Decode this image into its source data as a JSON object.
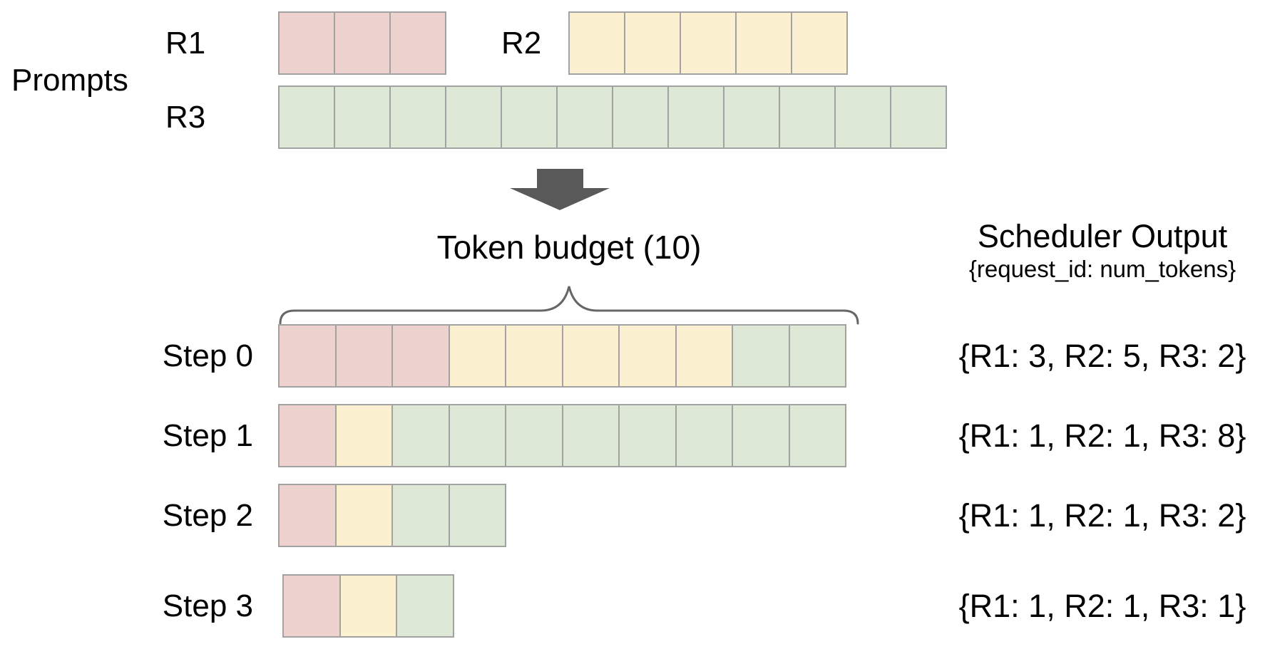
{
  "colors": {
    "pink": "#eed2d0",
    "yellow": "#fbf1d0",
    "green": "#dde8d6",
    "cell_border": "#a2a2a2",
    "arrow": "#595959",
    "brace": "#666666",
    "text": "#000000"
  },
  "prompts": {
    "label": "Prompts",
    "rows": [
      {
        "id": "R1",
        "label": "R1",
        "color": "pink",
        "num_tokens": 3
      },
      {
        "id": "R2",
        "label": "R2",
        "color": "yellow",
        "num_tokens": 5
      },
      {
        "id": "R3",
        "label": "R3",
        "color": "green",
        "num_tokens": 12
      }
    ]
  },
  "token_budget": {
    "label": "Token budget (10)",
    "value": 10
  },
  "scheduler": {
    "title": "Scheduler Output",
    "subtitle": "{request_id: num_tokens}"
  },
  "steps": [
    {
      "label": "Step 0",
      "cells": [
        "pink",
        "pink",
        "pink",
        "yellow",
        "yellow",
        "yellow",
        "yellow",
        "yellow",
        "green",
        "green"
      ],
      "scheduler_output": "{R1: 3, R2: 5, R3: 2}"
    },
    {
      "label": "Step 1",
      "cells": [
        "pink",
        "yellow",
        "green",
        "green",
        "green",
        "green",
        "green",
        "green",
        "green",
        "green"
      ],
      "scheduler_output": "{R1: 1, R2: 1, R3: 8}"
    },
    {
      "label": "Step 2",
      "cells": [
        "pink",
        "yellow",
        "green",
        "green"
      ],
      "scheduler_output": "{R1: 1, R2: 1, R3: 2}"
    },
    {
      "label": "Step 3",
      "cells": [
        "pink",
        "yellow",
        "green"
      ],
      "scheduler_output": "{R1: 1, R2: 1, R3: 1}"
    }
  ]
}
